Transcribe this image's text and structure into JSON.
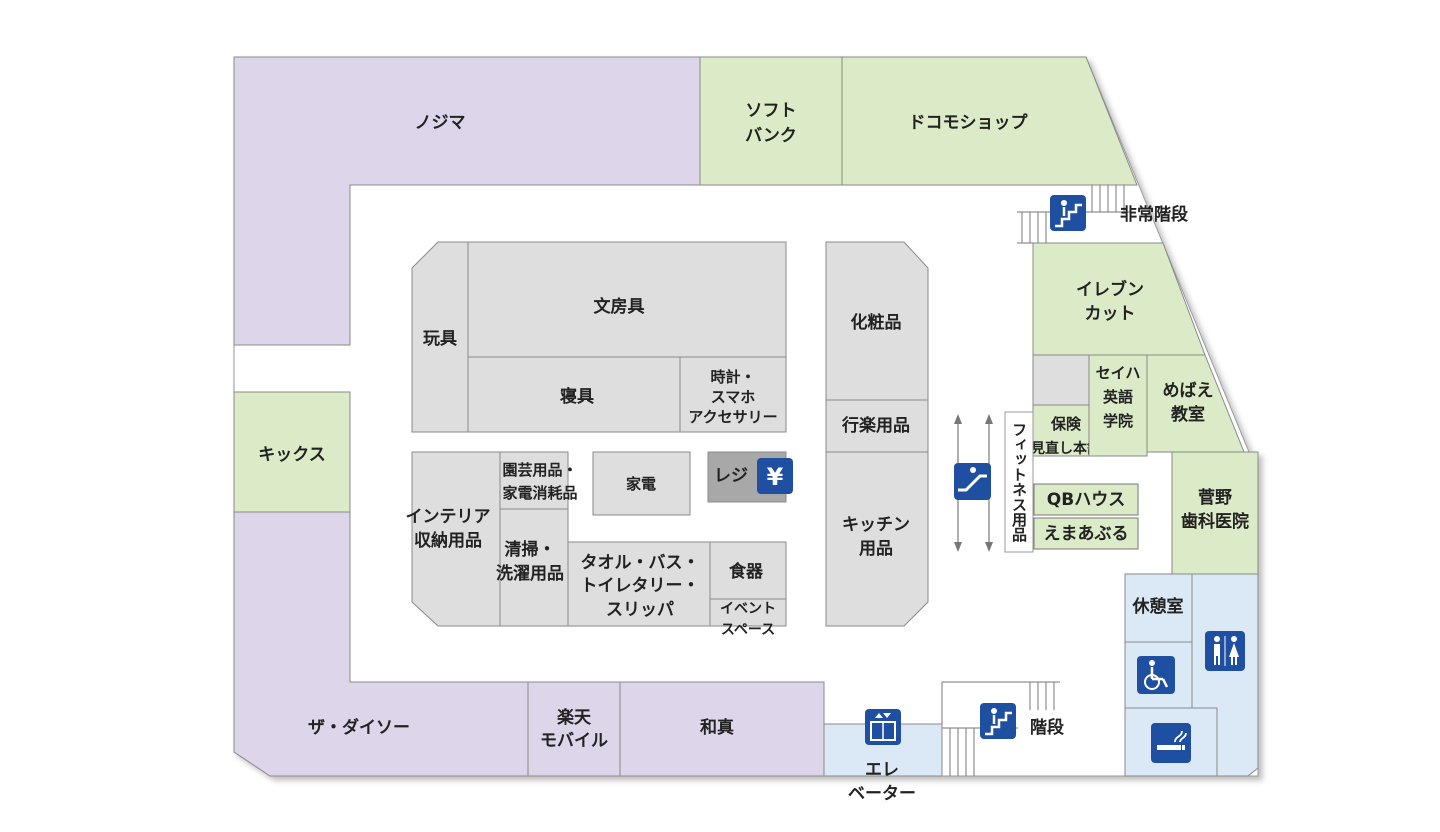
{
  "colors": {
    "tenant_purple": "#ddd6ea",
    "tenant_green": "#dcebc7",
    "sales_gray": "#dedede",
    "register_gray": "#a8a8a8",
    "facility_blue": "#dbe9f6",
    "icon_blue": "#1f4fa0",
    "floor_white": "#ffffff"
  },
  "tenants": {
    "nojima": "ノジマ",
    "softbank_l1": "ソフト",
    "softbank_l2": "バンク",
    "docomo": "ドコモショップ",
    "kicks": "キックス",
    "daiso": "ザ・ダイソー",
    "rakuten_l1": "楽天",
    "rakuten_l2": "モバイル",
    "washin": "和真",
    "eleven_l1": "イレブン",
    "eleven_l2": "カット",
    "seiha_l1": "セイハ",
    "seiha_l2": "英語",
    "seiha_l3": "学院",
    "mebae_l1": "めばえ",
    "mebae_l2": "教室",
    "hoken_l1": "保険",
    "hoken_l2": "見直し本舗",
    "sugano_l1": "菅野",
    "sugano_l2": "歯科医院",
    "qb": "QBハウス",
    "emaaburu": "えまあぶる"
  },
  "sections": {
    "toys": "玩具",
    "stationery": "文房具",
    "bedding": "寝具",
    "watch_l1": "時計・",
    "watch_l2": "スマホ",
    "watch_l3": "アクセサリー",
    "garden_l1": "園芸用品・",
    "garden_l2": "家電消耗品",
    "appliance": "家電",
    "register": "レジ",
    "interior_l1": "インテリア",
    "interior_l2": "収納用品",
    "cleaning_l1": "清掃・",
    "cleaning_l2": "洗濯用品",
    "towel_l1": "タオル・バス・",
    "towel_l2": "トイレタリー・",
    "towel_l3": "スリッパ",
    "tableware": "食器",
    "event_l1": "イベント",
    "event_l2": "スペース",
    "cosmetics": "化粧品",
    "leisure": "行楽用品",
    "kitchen_l1": "キッチン",
    "kitchen_l2": "用品",
    "fitness": "フィットネス用品"
  },
  "facilities": {
    "emergency_stairs": "非常階段",
    "stairs": "階段",
    "elevator_l1": "エレ",
    "elevator_l2": "ベーター",
    "rest_room": "休憩室"
  },
  "icons": {
    "register": "yen-icon",
    "escalator": "escalator-icon",
    "emergency_stairs": "stairs-icon",
    "stairs": "stairs-icon",
    "elevator": "elevator-icon",
    "restroom": "restroom-icon",
    "accessible": "wheelchair-icon",
    "smoking": "smoking-icon"
  }
}
